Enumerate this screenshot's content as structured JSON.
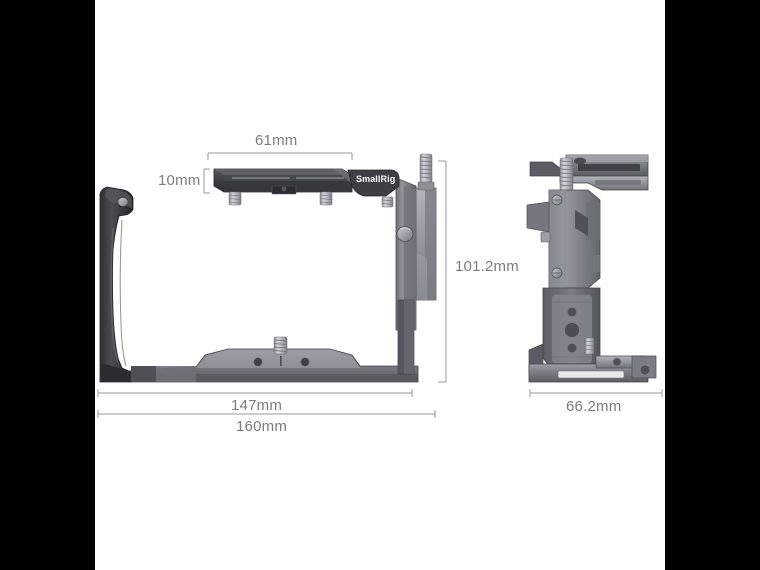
{
  "image": {
    "subject": "SmallRig camera cage product dimension diagram",
    "background_color": "#ffffff",
    "letterbox_color": "#000000",
    "brand_label": "SmallRig"
  },
  "dimensions": {
    "plate_width": "61mm",
    "plate_height": "10mm",
    "cage_height": "101.2mm",
    "cage_inner_width": "147mm",
    "cage_outer_width": "160mm",
    "side_depth": "66.2mm"
  },
  "colors": {
    "dimension_line": "#9a9a9a",
    "dimension_text": "#7c7c7c",
    "metal_dark": "#3a3c40",
    "metal_mid": "#6e7176",
    "metal_light": "#9ea2a8",
    "metal_highlight": "#c3c7cc",
    "screw": "#b8bcc2"
  },
  "views": {
    "front": {
      "name": "front-view",
      "parts": [
        "left-side-grip",
        "top-quick-release-plate",
        "right-side-clamp",
        "bottom-base-plate",
        "smallrig-branding-tab",
        "top-screw-post"
      ]
    },
    "side": {
      "name": "side-view",
      "parts": [
        "top-cold-shoe-rail",
        "screw-post",
        "body-column",
        "arca-base-plate",
        "bottom-rail"
      ]
    }
  }
}
